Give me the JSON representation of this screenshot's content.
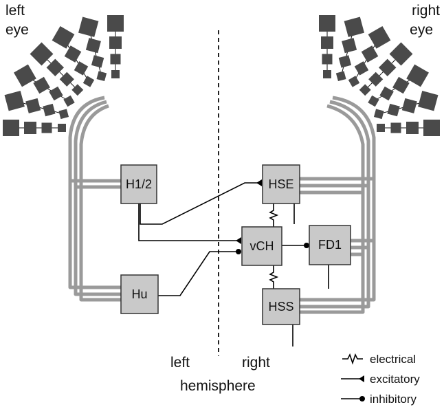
{
  "labels": {
    "left_eye": [
      "left",
      "eye"
    ],
    "right_eye": [
      "right",
      "eye"
    ],
    "left": "left",
    "right": "right",
    "hemisphere": "hemisphere"
  },
  "nodes": [
    {
      "id": "h12",
      "label": "H1/2"
    },
    {
      "id": "hu",
      "label": "Hu"
    },
    {
      "id": "hse",
      "label": "HSE"
    },
    {
      "id": "vch",
      "label": "vCH"
    },
    {
      "id": "fd1",
      "label": "FD1"
    },
    {
      "id": "hss",
      "label": "HSS"
    }
  ],
  "legend": [
    {
      "symbol": "electrical-synapse",
      "label": "electrical"
    },
    {
      "symbol": "excitatory-synapse",
      "label": "excitatory"
    },
    {
      "symbol": "inhibitory-synapse",
      "label": "inhibitory"
    }
  ],
  "colors": {
    "photoreceptor": "#4a4a4a",
    "node_fill": "#c9c9c9",
    "pathway": "#9a9a9a",
    "wire": "#000000"
  }
}
